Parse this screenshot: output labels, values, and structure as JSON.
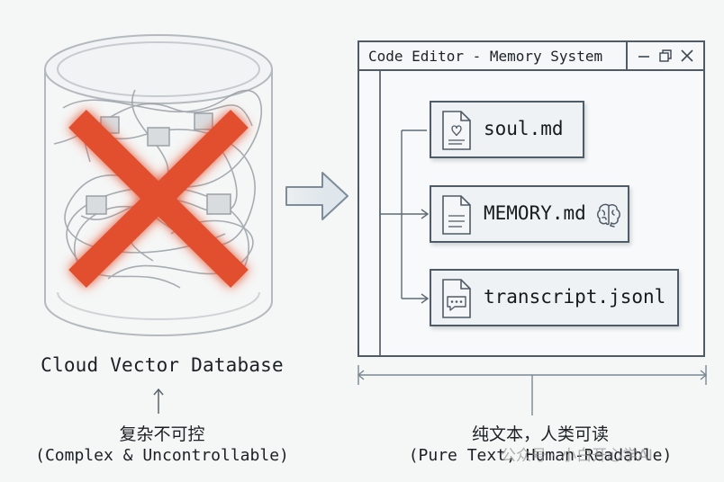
{
  "left": {
    "title": "Cloud Vector Database",
    "caption_cn": "复杂不可控",
    "caption_en": "(Complex & Uncontrollable)"
  },
  "window": {
    "title": "Code Editor - Memory System",
    "files": [
      {
        "name": "soul.md",
        "icon": "heart-document-icon"
      },
      {
        "name": "MEMORY.md",
        "icon": "document-icon",
        "badge_icon": "brain-icon"
      },
      {
        "name": "transcript.jsonl",
        "icon": "chat-document-icon"
      }
    ]
  },
  "right": {
    "caption_cn": "纯文本，人类可读",
    "caption_en": "(Pure Text, Human-Readable)"
  },
  "watermark": "公众号 · 小白开心学AI",
  "colors": {
    "cross": "#e2502f",
    "outline": "#4f5b66",
    "background": "#f5f6f6"
  }
}
